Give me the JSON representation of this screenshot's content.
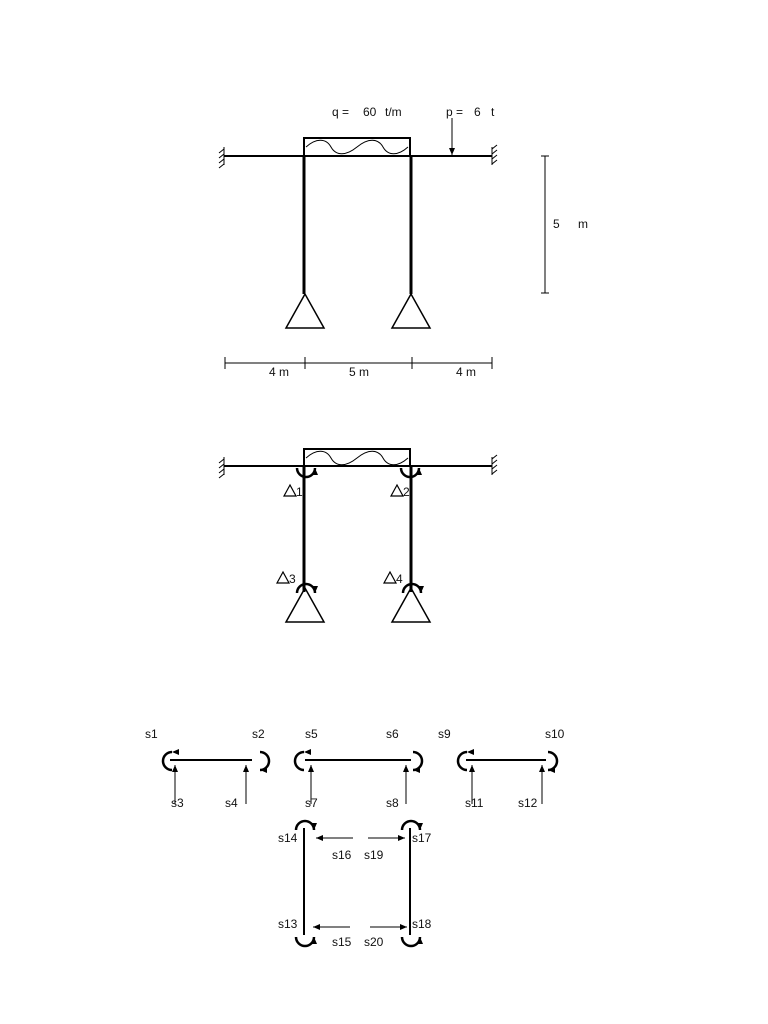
{
  "loads": {
    "q_label": "q =",
    "q_value": "60",
    "q_unit": "t/m",
    "p_label": "p =",
    "p_value": "6",
    "p_unit": "t"
  },
  "dimensions": {
    "height_value": "5",
    "height_unit": "m",
    "span_left": "4 m",
    "span_middle": "5 m",
    "span_right": "4 m"
  },
  "displacements": {
    "d1": "1",
    "d2": "2",
    "d3": "3",
    "d4": "4"
  },
  "member_forces": {
    "beam_left": [
      "s1",
      "s2",
      "s3",
      "s4"
    ],
    "beam_middle": [
      "s5",
      "s6",
      "s7",
      "s8"
    ],
    "beam_right": [
      "s9",
      "s10",
      "s11",
      "s12"
    ],
    "column_left": [
      "s14",
      "s16",
      "s13",
      "s15"
    ],
    "column_right": [
      "s17",
      "s19",
      "s18",
      "s20"
    ]
  }
}
